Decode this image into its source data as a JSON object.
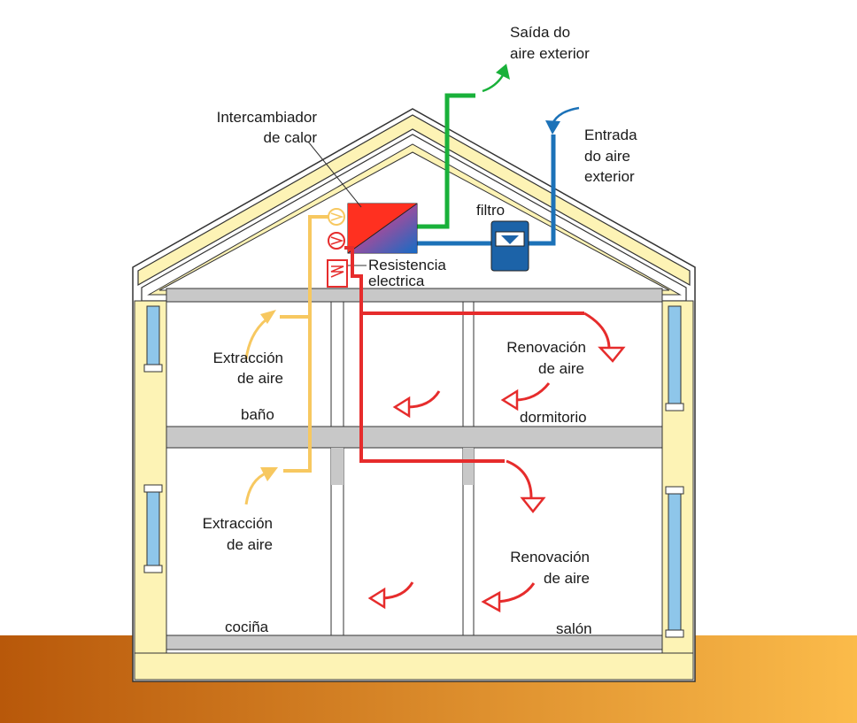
{
  "labels": {
    "exhaust_outdoor_l1": "Saída do",
    "exhaust_outdoor_l2": "aire exterior",
    "intake_outdoor_l1": "Entrada",
    "intake_outdoor_l2": "do aire",
    "intake_outdoor_l3": "exterior",
    "heat_exchanger_l1": "Intercambiador",
    "heat_exchanger_l2": "de calor",
    "filter": "filtro",
    "resistance_l1": "Resistencia",
    "resistance_l2": "electrica",
    "extraction_upper_l1": "Extracción",
    "extraction_upper_l2": "de aire",
    "extraction_lower_l1": "Extracción",
    "extraction_lower_l2": "de aire",
    "renovation_upper_l1": "Renovación",
    "renovation_upper_l2": "de aire",
    "renovation_lower_l1": "Renovación",
    "renovation_lower_l2": "de aire",
    "room_bathroom": "baño",
    "room_bedroom": "dormitorio",
    "room_kitchen": "cociña",
    "room_living": "salón"
  },
  "colors": {
    "insulation": "#fdf3b5",
    "floor_slab": "#c8c8c8",
    "window_glass": "#8ec6ea",
    "exhaust_duct": "#19b13a",
    "intake_duct": "#1c72b8",
    "supply_duct": "#e62c2c",
    "extraction_duct": "#f7c860",
    "filter_box": "#1c63a8",
    "ground_left": "#b8580a",
    "ground_right": "#fbbb4a"
  }
}
